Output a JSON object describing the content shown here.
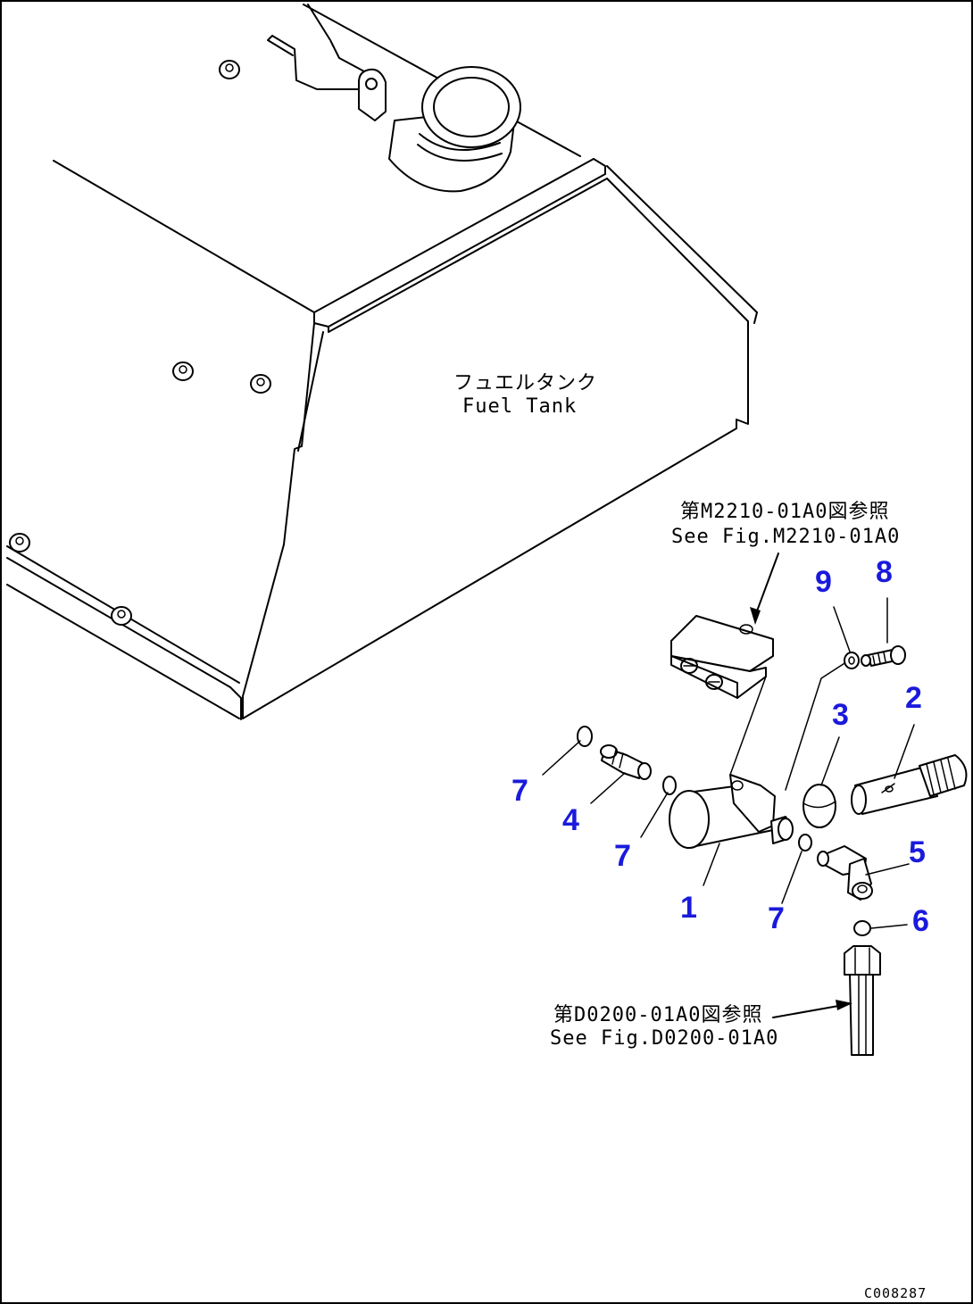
{
  "tank_label": {
    "jp": "フュエルタンク",
    "en": "Fuel Tank"
  },
  "ref_upper": {
    "jp": "第M2210-01A0図参照",
    "en": "See Fig.M2210-01A0"
  },
  "ref_lower": {
    "jp": "第D0200-01A0図参照",
    "en": "See Fig.D0200-01A0"
  },
  "callouts": [
    "1",
    "2",
    "3",
    "4",
    "5",
    "6",
    "7",
    "8",
    "9"
  ],
  "drawing_code": "C008287",
  "colors": {
    "callout": "#1a1adc",
    "line": "#000000",
    "background": "#ffffff"
  }
}
